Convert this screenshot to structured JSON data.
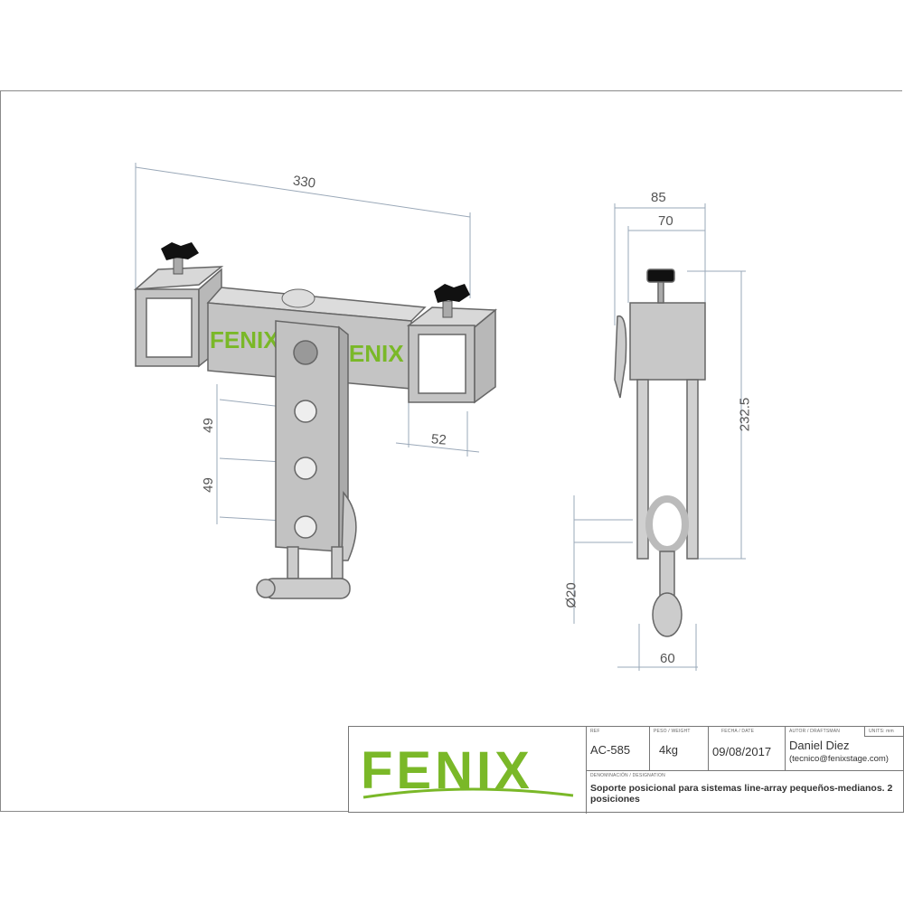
{
  "dimensions": {
    "front_width": "330",
    "front_tube": "52",
    "front_hole_spacing_1": "49",
    "front_hole_spacing_2": "49",
    "side_outer": "85",
    "side_inner": "70",
    "side_height": "232.5",
    "side_shackle_dia": "Ø20",
    "side_bottom": "60"
  },
  "part_logo_text": "FENIX",
  "title_block": {
    "logo": "FENIX",
    "ref_label": "REF",
    "ref": "AC-585",
    "weight_label": "PESO / WEIGHT",
    "weight": "4kg",
    "date_label": "FECHA / DATE",
    "date": "09/08/2017",
    "author_label": "AUTOR / DRAFTSMAN",
    "author": "Daniel Diez",
    "author_email": "(tecnico@fenixstage.com)",
    "units_label": "UNITS: mm",
    "designation_label": "DENOMINACIÓN / DESIGNATION",
    "designation": "Soporte posicional para sistemas line-array pequeños-medianos. 2 posiciones"
  },
  "colors": {
    "brand_green": "#7ab828",
    "dim_line": "#9aa8b8",
    "metal": "#c8c8c8"
  }
}
